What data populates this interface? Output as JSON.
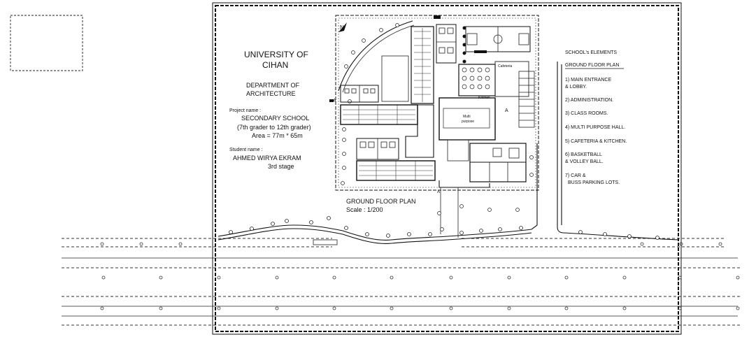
{
  "title_block": {
    "university_line1": "UNIVERSITY OF",
    "university_line2": "CIHAN",
    "department_line1": "DEPARTMENT OF",
    "department_line2": "ARCHITECTURE",
    "project_label": "Project name :",
    "project_name": "SECONDARY SCHOOL",
    "grades": "(7th grader to 12th grader)",
    "area": "Area = 77m * 65m",
    "student_label": "Student name :",
    "student_name": "AHMED  WIRYA  EKRAM",
    "stage": "3rd stage"
  },
  "plan_caption": {
    "title": "GROUND FLOOR PLAN",
    "scale": "Scale : 1/200"
  },
  "legend": {
    "heading": "SCHOOL's ELEMENTS",
    "subheading": "GROUND FLOOR PLAN",
    "items": [
      {
        "line1": "1) MAIN ENTRANCE",
        "line2": "& LOBBY."
      },
      {
        "line1": "2) ADMINISTRATION.",
        "line2": ""
      },
      {
        "line1": "3) CLASS ROOMS.",
        "line2": ""
      },
      {
        "line1": "4) MULTI PURPOSE HALL.",
        "line2": ""
      },
      {
        "line1": "5) CAFETERIA & KITCHEN.",
        "line2": ""
      },
      {
        "line1": "6) BASKETBALL",
        "line2": "& VOLLEY BALL."
      },
      {
        "line1": "7) CAR &",
        "line2": "BUSS PARKING LOTS."
      }
    ]
  },
  "plan_labels": {
    "cafeteria": "Cafeteria",
    "kitchen": "Kitchen",
    "multi_line1": "Multi",
    "multi_line2": "purpose",
    "section_a": "A",
    "north": "N"
  }
}
